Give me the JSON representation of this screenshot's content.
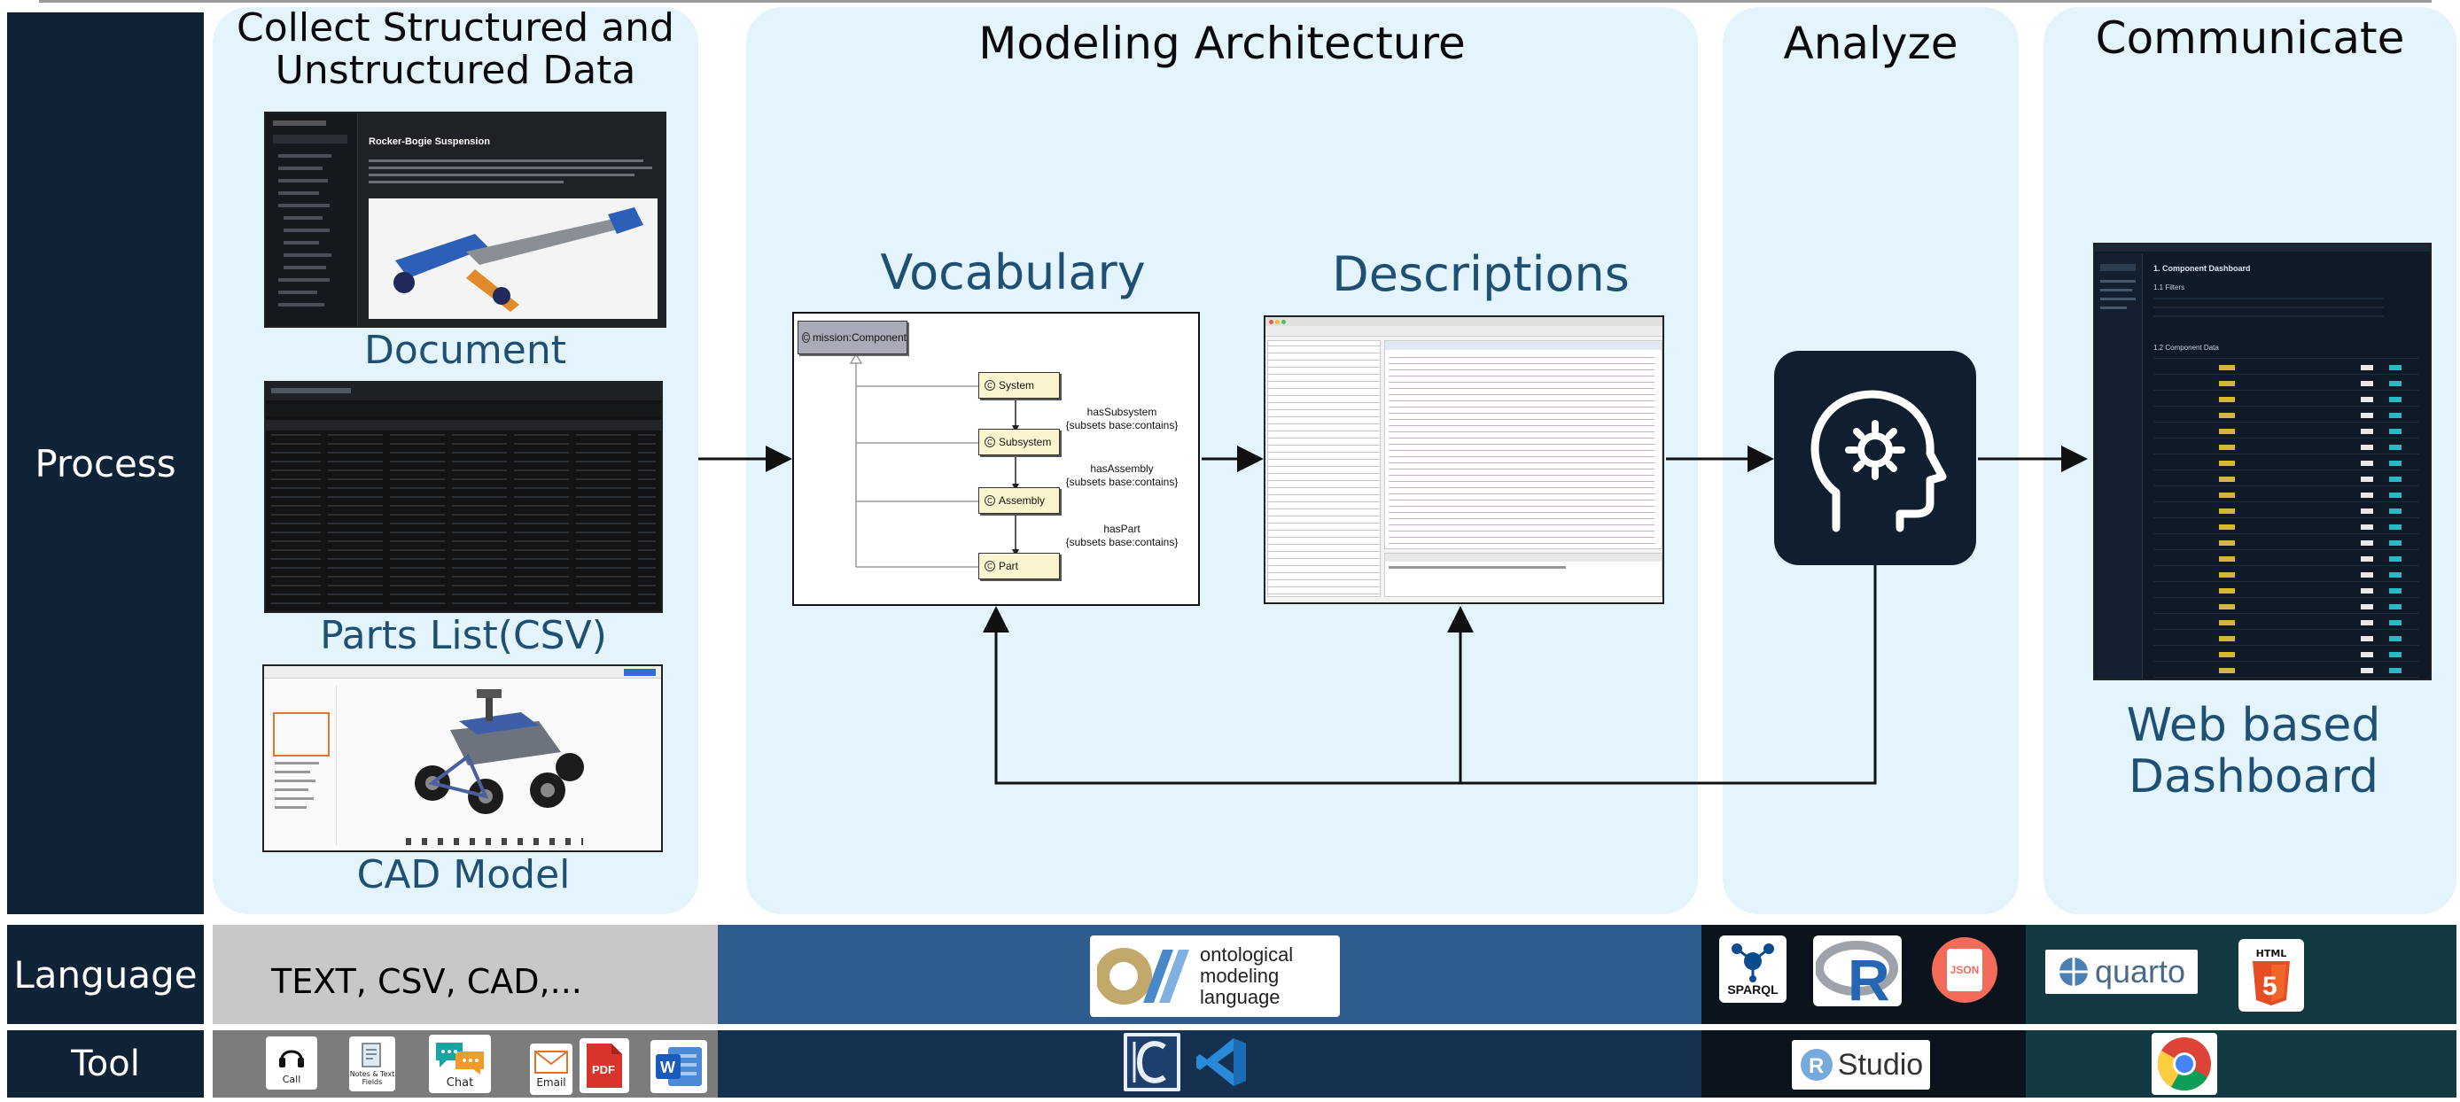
{
  "rows": {
    "process": "Process",
    "language": "Language",
    "tool": "Tool"
  },
  "panels": {
    "collect": {
      "title_line1": "Collect Structured and",
      "title_line2": "Unstructured Data",
      "document_caption": "Document",
      "parts_caption": "Parts List(CSV)",
      "cad_caption": "CAD Model",
      "document_heading": "Rocker-Bogie Suspension"
    },
    "modeling": {
      "title": "Modeling Architecture",
      "vocabulary_caption": "Vocabulary",
      "descriptions_caption": "Descriptions"
    },
    "analyze": {
      "title": "Analyze"
    },
    "communicate": {
      "title": "Communicate",
      "caption_line1": "Web based",
      "caption_line2": "Dashboard",
      "dashboard_heading": "1. Component Dashboard",
      "dashboard_filters": "1.1 Filters",
      "dashboard_data": "1.2 Component Data"
    }
  },
  "vocabulary": {
    "root": "mission:Component",
    "nodes": [
      "System",
      "Subsystem",
      "Assembly",
      "Part"
    ],
    "relations": [
      {
        "name": "hasSubsystem",
        "detail": "{subsets base:contains}"
      },
      {
        "name": "hasAssembly",
        "detail": "{subsets base:contains}"
      },
      {
        "name": "hasPart",
        "detail": "{subsets base:contains}"
      }
    ]
  },
  "language": {
    "collect_text": "TEXT, CSV, CAD,...",
    "oml_line1": "ontological",
    "oml_line2": "modeling",
    "oml_line3": "language",
    "sparql": "SPARQL",
    "json": "JSON",
    "quarto": "quarto"
  },
  "tools": {
    "call": "Call",
    "notes": "Notes & Text Fields",
    "chat": "Chat",
    "email": "Email",
    "pdf": "PDF",
    "rstudio": "Studio"
  },
  "colors": {
    "row_header": "#0f2236",
    "panel_bg": "#e3f4fc",
    "caption": "#1f4f73",
    "strip_gray": "#c8c8c8",
    "strip_blue": "#2e5d8d",
    "strip_navy": "#15314f",
    "strip_black": "#0b141c",
    "strip_teal": "#133a41",
    "analyze_icon": "#0f1f30"
  }
}
